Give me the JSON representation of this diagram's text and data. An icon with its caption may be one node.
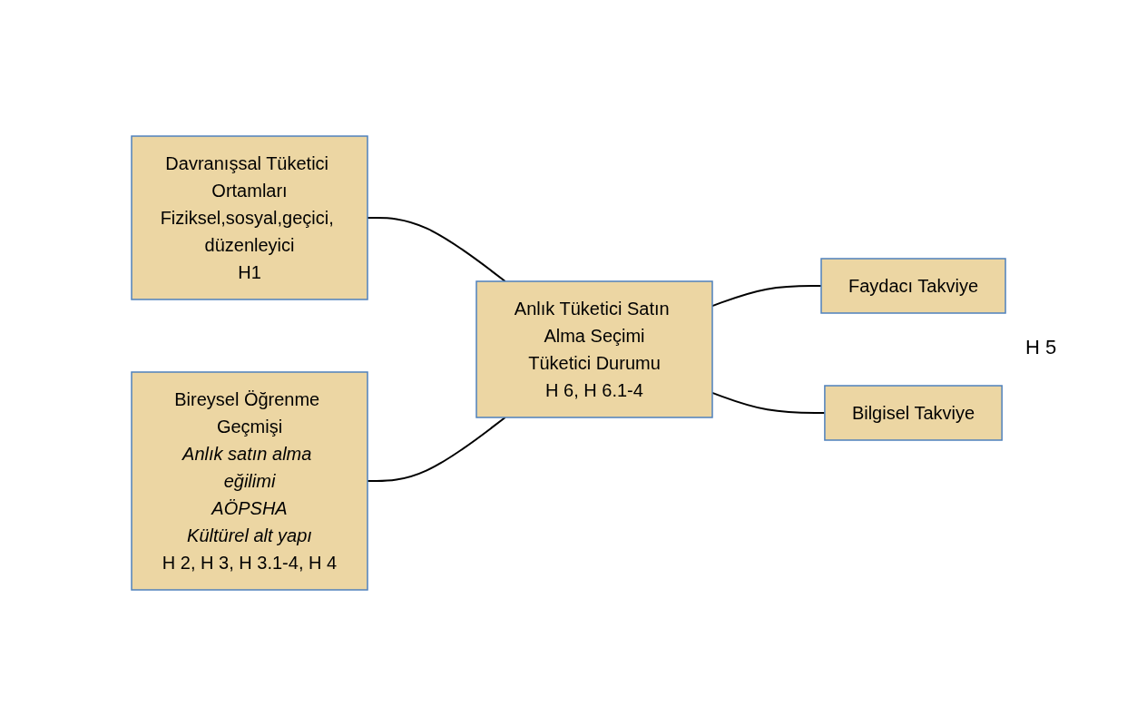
{
  "diagram": {
    "nodes": [
      {
        "text": [
          "Davranışsal Tüketici Ortamları",
          "Fiziksel,sosyal,geçici, düzenleyici",
          "H1"
        ]
      },
      {
        "text": [
          "Faydacı Takviye"
        ]
      },
      {
        "text": [
          "Anlık Tüketici Satın Alma Seçimi",
          "Tüketici Durumu",
          "H 6, H 6.1-4"
        ]
      },
      {
        "text": [
          "Bireysel Öğrenme Geçmişi",
          "Anlık satın alma eğilimi",
          "AÖPSHA",
          "Kültürel alt yapı",
          "H 2, H 3, H 3.1-4, H 4"
        ]
      },
      {
        "text": [
          "Bilgisel Takviye"
        ]
      }
    ],
    "edges": [
      {
        "from": 0,
        "to": 2,
        "arrow": "none"
      },
      {
        "from": 2,
        "to": 1,
        "arrow": "none"
      },
      {
        "from": 3,
        "to": 2,
        "arrow": "none"
      },
      {
        "from": 2,
        "to": 4,
        "arrow": "none"
      }
    ],
    "labels": [
      "H 5"
    ]
  }
}
